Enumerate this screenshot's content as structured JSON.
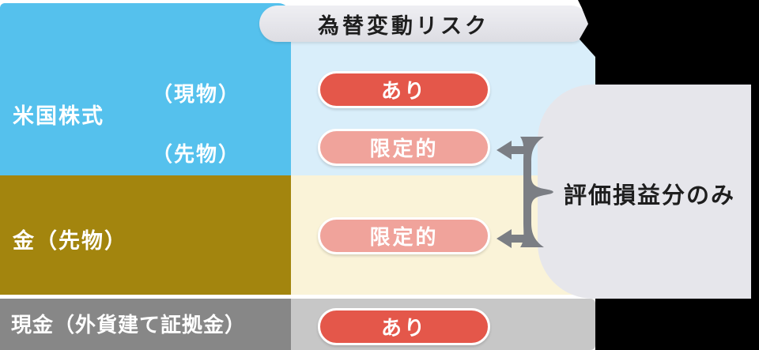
{
  "title": "為替変動リスク",
  "rows": [
    {
      "asset": "米国株式",
      "sub": [
        {
          "type": "（現物）",
          "risk": "あり"
        },
        {
          "type": "（先物）",
          "risk": "限定的"
        }
      ]
    },
    {
      "asset": "金（先物）",
      "risk": "限定的"
    },
    {
      "asset": "現金（外貨建て証拠金）",
      "risk": "あり"
    }
  ],
  "callout": "評価損益分のみ",
  "colors": {
    "us_stock_block": "#55c1ed",
    "gold_block": "#a3850e",
    "cash_block": "#878787",
    "risk_column_blue": "#d9eefa",
    "risk_column_yellow": "#faf3d8",
    "risk_column_gray": "#c7c7c7",
    "pill_full_risk": "#e4574a",
    "pill_limited_risk": "#f0a39b",
    "header_bubble": "#e5e5ea",
    "callout_bubble": "#e6e6eb",
    "brace": "#7b7e84",
    "canvas": "#000000"
  }
}
